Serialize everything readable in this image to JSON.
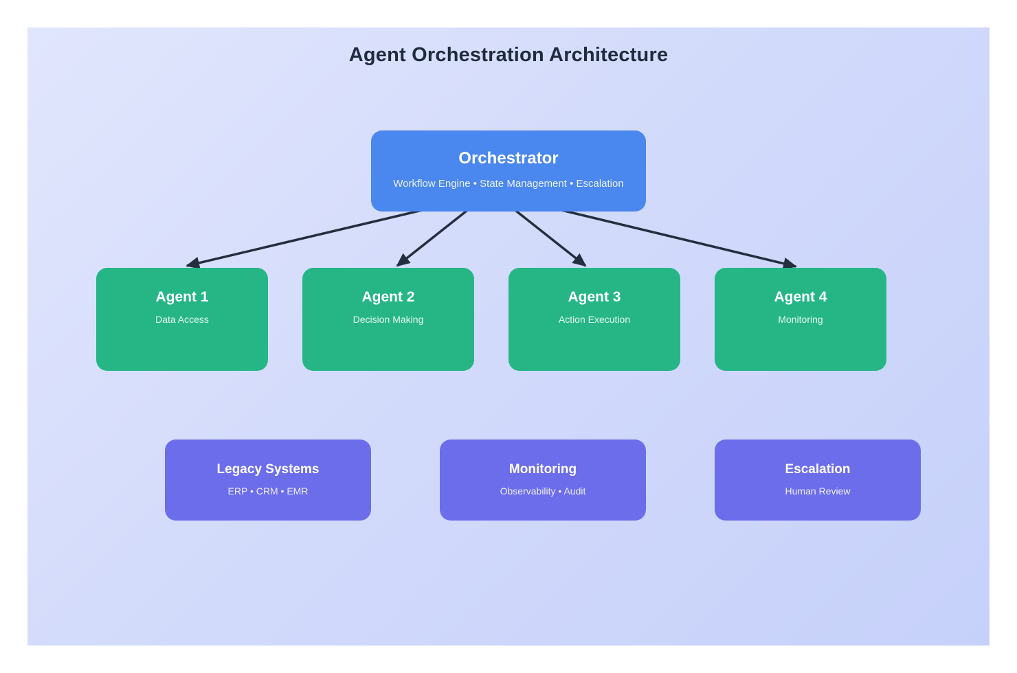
{
  "title": "Agent Orchestration Architecture",
  "colors": {
    "canvas_gradient_start": "#e1e6fd",
    "canvas_gradient_end": "#c6d1fa",
    "title_text": "#1f2b3e",
    "orchestrator_box": "#4a87ee",
    "agent_box": "#26b686",
    "integration_box": "#6c6dea",
    "arrow": "#232e3f",
    "box_text": "#ffffff"
  },
  "orchestrator": {
    "title": "Orchestrator",
    "subtitle": "Workflow Engine • State Management • Escalation"
  },
  "agents": [
    {
      "title": "Agent 1",
      "subtitle": "Data Access"
    },
    {
      "title": "Agent 2",
      "subtitle": "Decision Making"
    },
    {
      "title": "Agent 3",
      "subtitle": "Action Execution"
    },
    {
      "title": "Agent 4",
      "subtitle": "Monitoring"
    }
  ],
  "integrations": [
    {
      "title": "Legacy Systems",
      "subtitle": "ERP • CRM • EMR"
    },
    {
      "title": "Monitoring",
      "subtitle": "Observability • Audit"
    },
    {
      "title": "Escalation",
      "subtitle": "Human Review"
    }
  ]
}
